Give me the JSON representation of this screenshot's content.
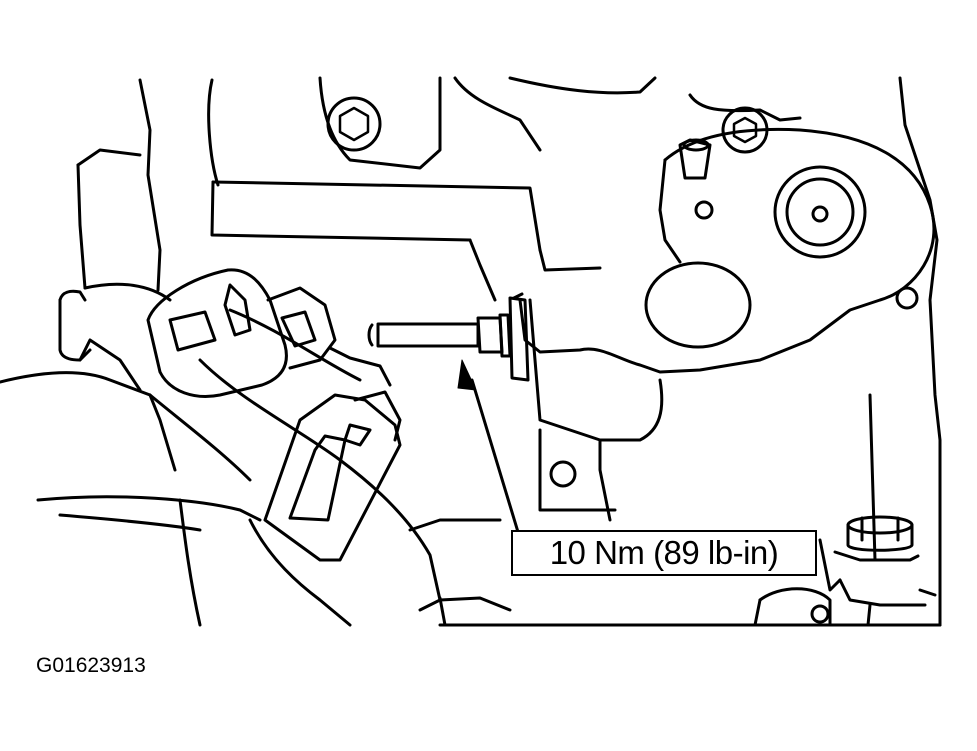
{
  "figure": {
    "torque_callout": "10 Nm (89 lb-in)",
    "figure_id": "G01623913",
    "colors": {
      "ink": "#000000",
      "paper": "#ffffff"
    },
    "parts": [
      "bolt",
      "engine-block",
      "hose",
      "hose-clamp",
      "thermostat-housing",
      "pointer-arrow"
    ]
  }
}
